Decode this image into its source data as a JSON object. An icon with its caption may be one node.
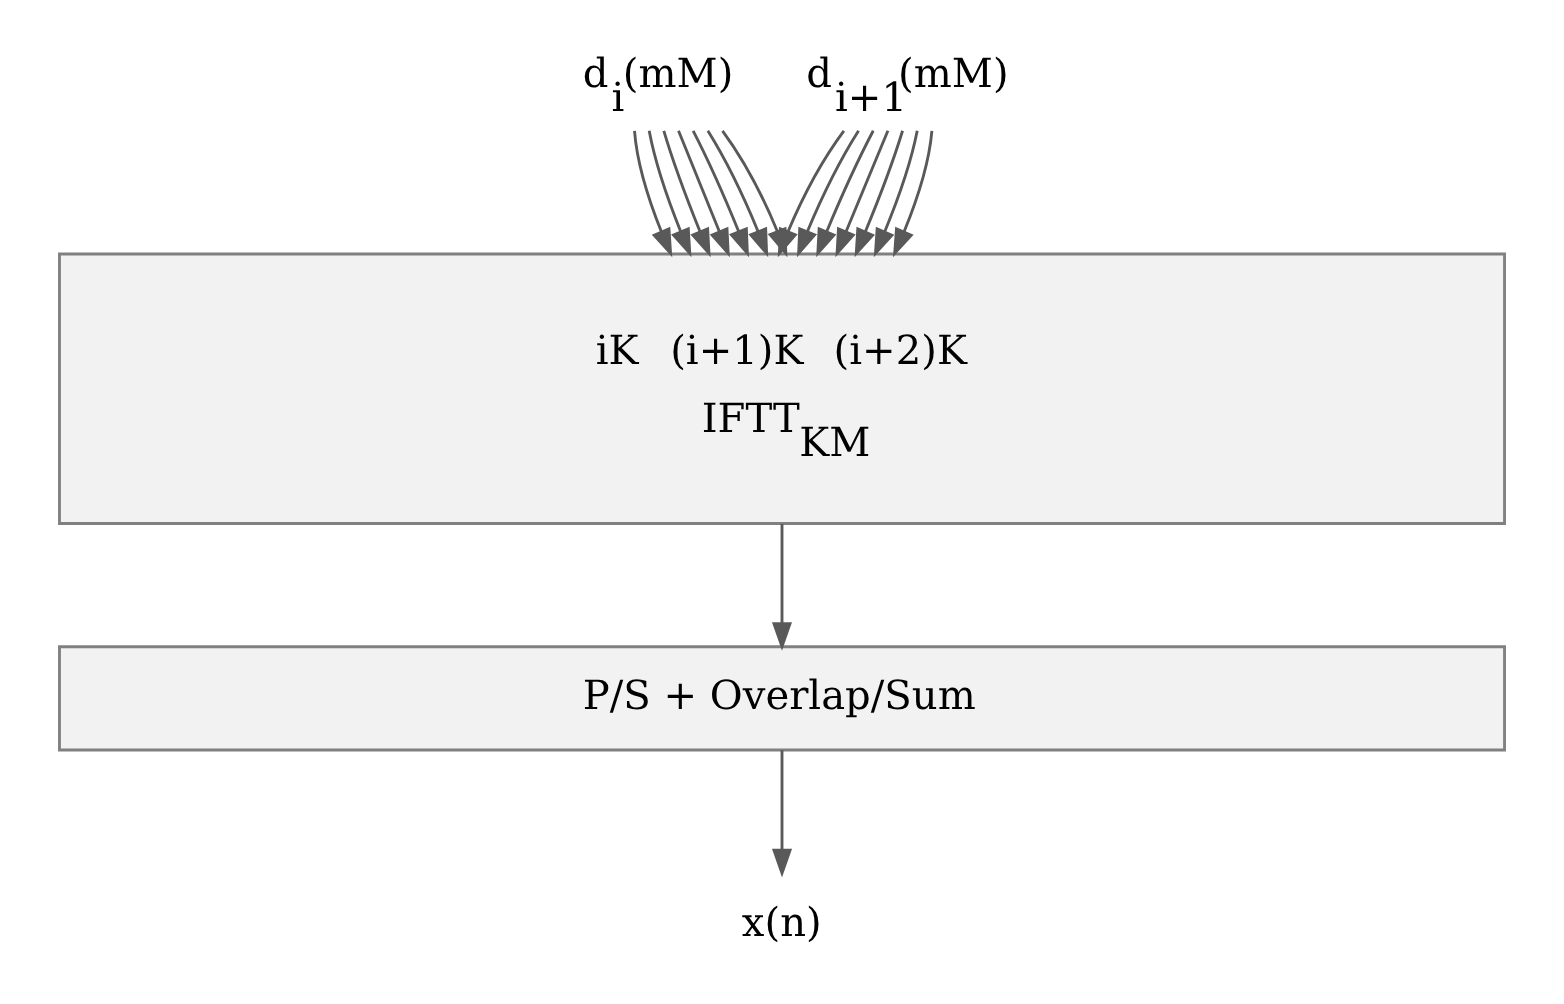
{
  "diagram": {
    "nodes": [
      {
        "text": [
          "d$_{i}$(mM)"
        ]
      },
      {
        "text": [
          "d$_{i+1}$(mM)"
        ]
      },
      {
        "text": [
          "iK",
          "(i+1)K",
          "(i+2)K",
          "IFTT$_{KM}$"
        ]
      },
      {
        "text": [
          "P/S + Overlap/Sum"
        ]
      },
      {
        "text": [
          "x(n)"
        ]
      }
    ],
    "edges": [
      {
        "from": 0,
        "to": 2,
        "arrow": "to"
      },
      {
        "from": 0,
        "to": 2,
        "arrow": "to"
      },
      {
        "from": 0,
        "to": 2,
        "arrow": "to"
      },
      {
        "from": 0,
        "to": 2,
        "arrow": "to"
      },
      {
        "from": 0,
        "to": 2,
        "arrow": "to"
      },
      {
        "from": 0,
        "to": 2,
        "arrow": "to"
      },
      {
        "from": 0,
        "to": 2,
        "arrow": "to"
      },
      {
        "from": 1,
        "to": 2,
        "arrow": "to"
      },
      {
        "from": 1,
        "to": 2,
        "arrow": "to"
      },
      {
        "from": 1,
        "to": 2,
        "arrow": "to"
      },
      {
        "from": 1,
        "to": 2,
        "arrow": "to"
      },
      {
        "from": 1,
        "to": 2,
        "arrow": "to"
      },
      {
        "from": 1,
        "to": 2,
        "arrow": "to"
      },
      {
        "from": 1,
        "to": 2,
        "arrow": "to"
      },
      {
        "from": 2,
        "to": 3,
        "arrow": "to"
      },
      {
        "from": 3,
        "to": 4,
        "arrow": "to"
      }
    ]
  }
}
